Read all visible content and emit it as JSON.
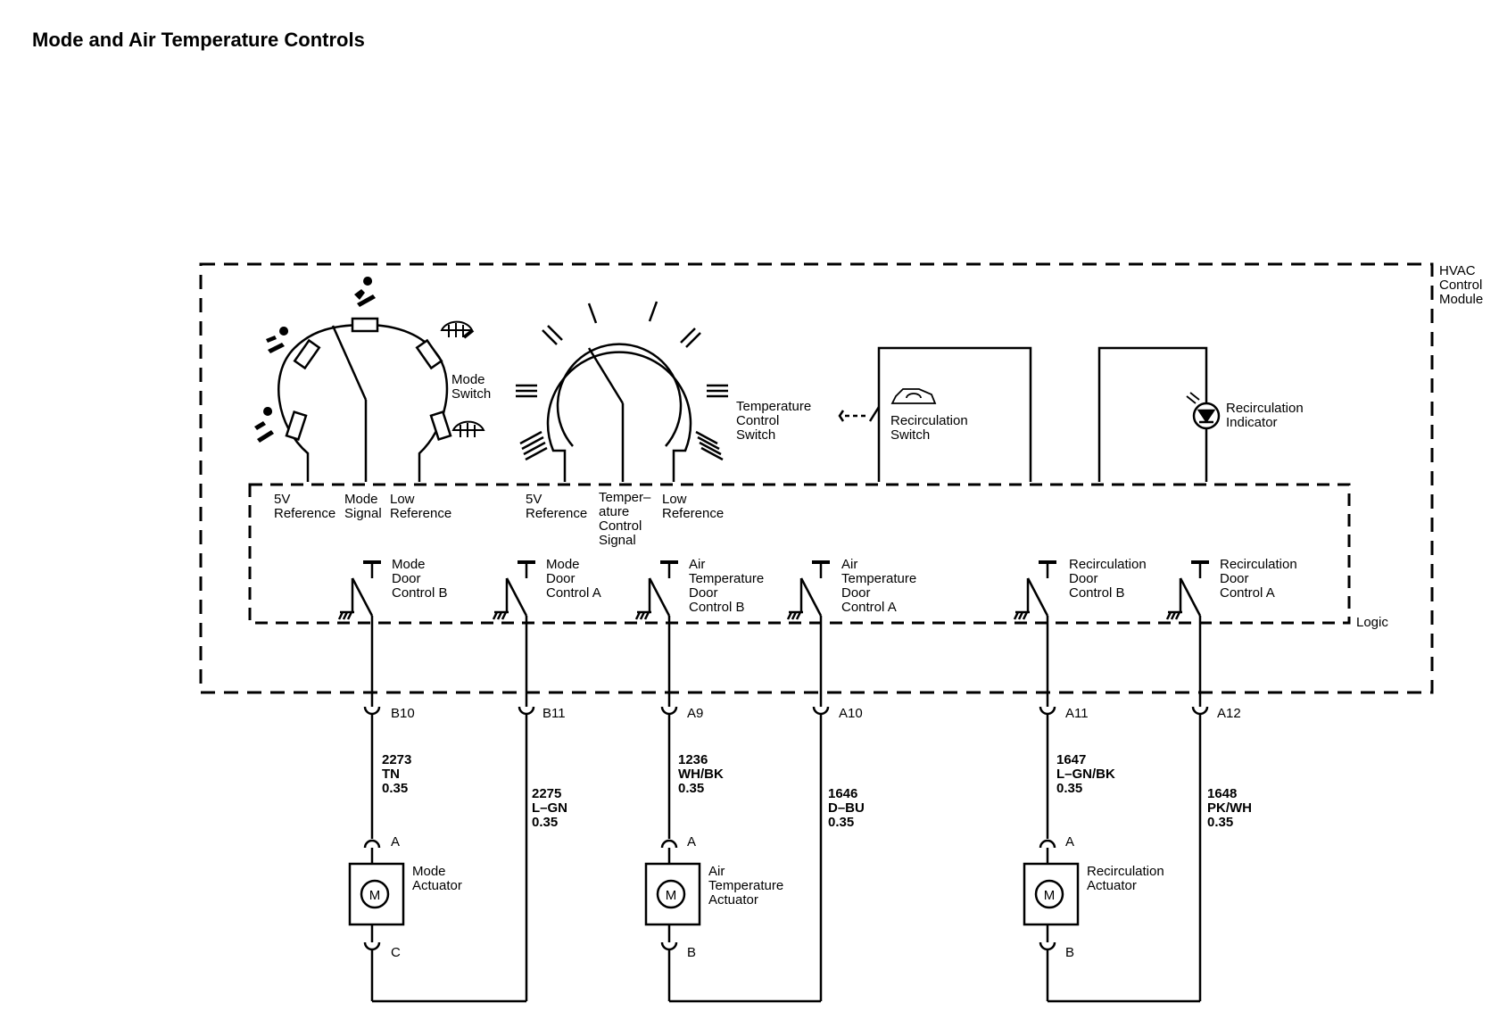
{
  "title": "Mode and Air Temperature Controls",
  "module": {
    "lines": [
      "HVAC",
      "Control",
      "Module"
    ]
  },
  "logic_label": "Logic",
  "mode_switch": {
    "lines": [
      "Mode",
      "Switch"
    ]
  },
  "temp_switch": {
    "lines": [
      "Temperature",
      "Control",
      "Switch"
    ]
  },
  "recirc_switch": {
    "lines": [
      "Recirculation",
      "Switch"
    ]
  },
  "recirc_indicator": {
    "lines": [
      "Recirculation",
      "Indicator"
    ]
  },
  "mode_circuits": [
    {
      "lines": [
        "5V",
        "Reference"
      ]
    },
    {
      "lines": [
        "Mode",
        "Signal"
      ]
    },
    {
      "lines": [
        "Low",
        "Reference"
      ]
    }
  ],
  "temp_circuits": [
    {
      "lines": [
        "5V",
        "Reference"
      ]
    },
    {
      "lines": [
        "Temper–",
        "ature",
        "Control",
        "Signal"
      ]
    },
    {
      "lines": [
        "Low",
        "Reference"
      ]
    }
  ],
  "drivers": [
    {
      "lines": [
        "Mode",
        "Door",
        "Control B"
      ],
      "pin": "B10",
      "wire": [
        "2273",
        "TN",
        "0.35"
      ]
    },
    {
      "lines": [
        "Mode",
        "Door",
        "Control A"
      ],
      "pin": "B11",
      "wire": [
        "2275",
        "L–GN",
        "0.35"
      ]
    },
    {
      "lines": [
        "Air",
        "Temperature",
        "Door",
        "Control B"
      ],
      "pin": "A9",
      "wire": [
        "1236",
        "WH/BK",
        "0.35"
      ]
    },
    {
      "lines": [
        "Air",
        "Temperature",
        "Door",
        "Control A"
      ],
      "pin": "A10",
      "wire": [
        "1646",
        "D–BU",
        "0.35"
      ]
    },
    {
      "lines": [
        "Recirculation",
        "Door",
        "Control B"
      ],
      "pin": "A11",
      "wire": [
        "1647",
        "L–GN/BK",
        "0.35"
      ]
    },
    {
      "lines": [
        "Recirculation",
        "Door",
        "Control A"
      ],
      "pin": "A12",
      "wire": [
        "1648",
        "PK/WH",
        "0.35"
      ]
    }
  ],
  "actuators": [
    {
      "lines": [
        "Mode",
        "Actuator"
      ],
      "pin_top": "A",
      "pin_bottom": "C",
      "motor": "M"
    },
    {
      "lines": [
        "Air",
        "Temperature",
        "Actuator"
      ],
      "pin_top": "A",
      "pin_bottom": "B",
      "motor": "M"
    },
    {
      "lines": [
        "Recirculation",
        "Actuator"
      ],
      "pin_top": "A",
      "pin_bottom": "B",
      "motor": "M"
    }
  ]
}
